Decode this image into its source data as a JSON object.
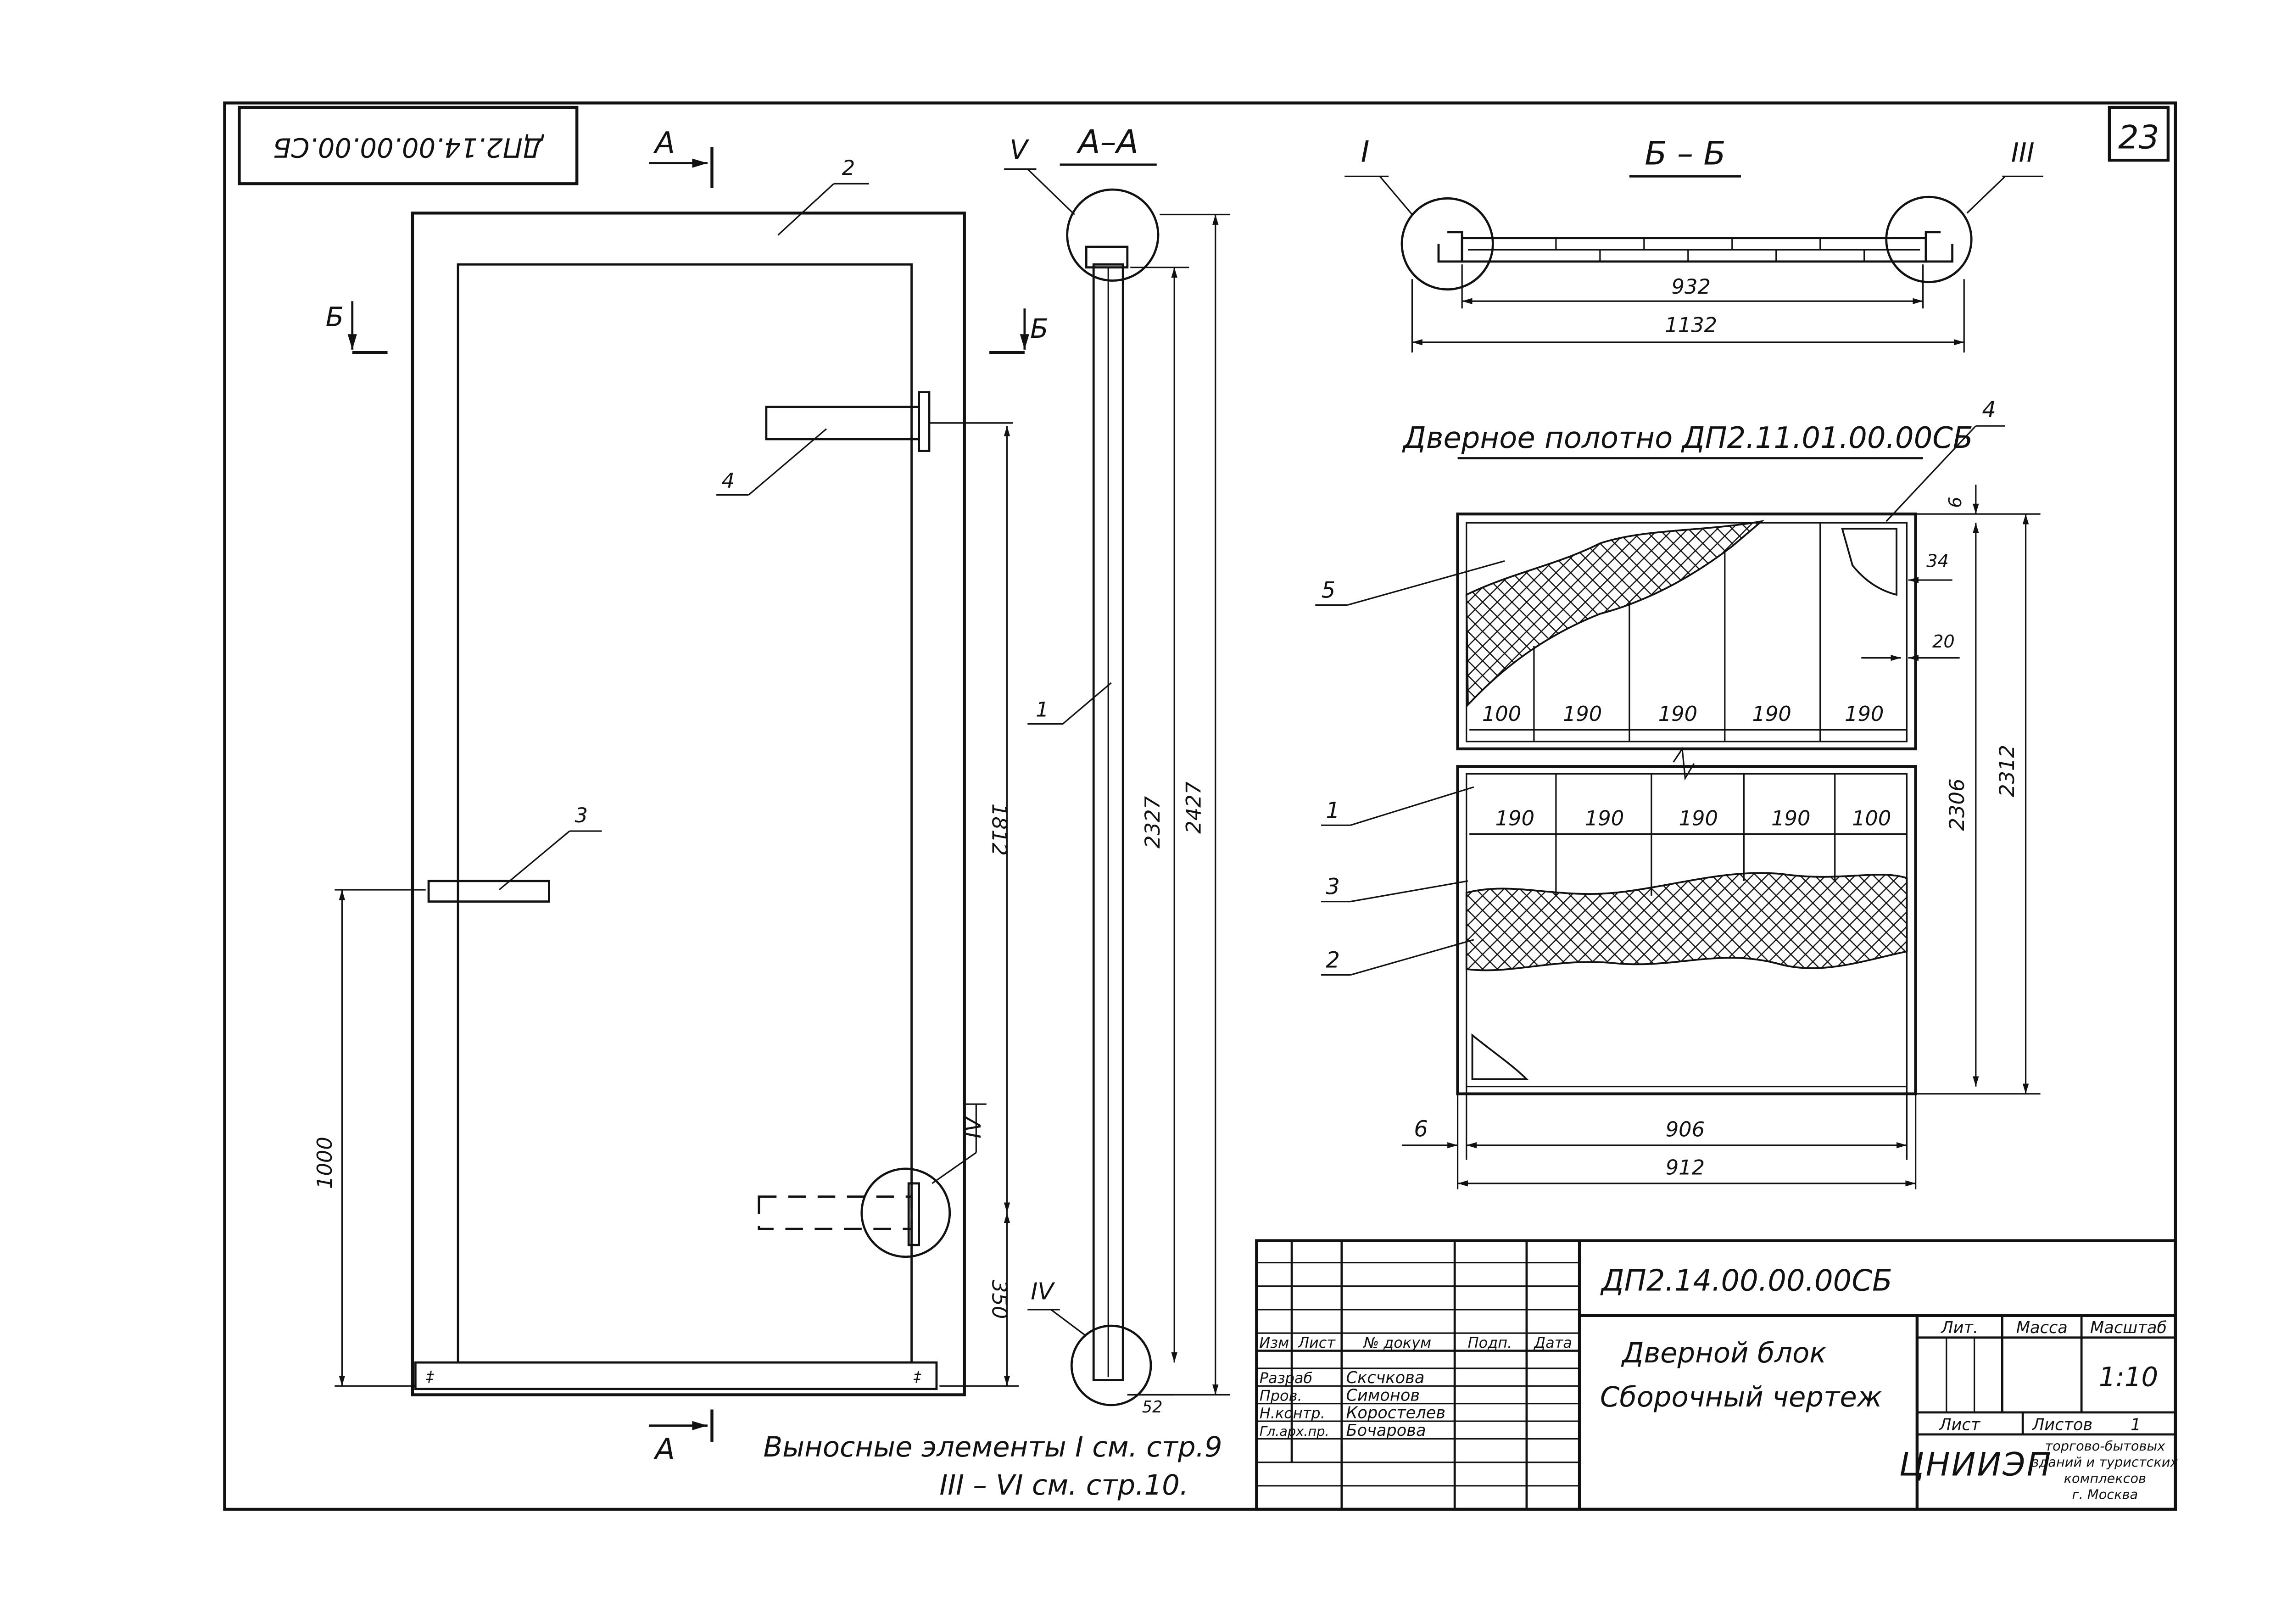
{
  "sheet": {
    "page_number": "23",
    "code_rotated": "ДП2.14.00.00.00.СБ"
  },
  "main_view": {
    "section_a_top": "А",
    "section_a_bottom": "А",
    "section_b_left": "Б",
    "section_b_right": "Б",
    "leaders": {
      "frame": "2",
      "handle": "3",
      "closer": "4"
    },
    "detail_iv": "IV",
    "dims": {
      "d1812": "1812",
      "d1000": "1000",
      "d350": "350"
    }
  },
  "section_aa": {
    "title": "А–А",
    "detail_v": "V",
    "detail_iv": "IV",
    "leader_1": "1",
    "dims": {
      "d2327": "2327",
      "d2427": "2427",
      "d52": "52"
    }
  },
  "section_bb": {
    "title": "Б – Б",
    "detail_i": "I",
    "detail_iii": "III",
    "dims": {
      "d932": "932",
      "d1132": "1132"
    }
  },
  "leaf": {
    "title": "Дверное полотно ДП2.11.01.00.00СБ",
    "leaders": {
      "l4": "4",
      "l5": "5",
      "l1": "1",
      "l3": "3",
      "l2": "2",
      "l6": "6"
    },
    "dims": {
      "top_row": [
        "100",
        "190",
        "190",
        "190",
        "190"
      ],
      "bottom_row": [
        "190",
        "190",
        "190",
        "190",
        "100"
      ],
      "d6": "6",
      "d34": "34",
      "d20": "20",
      "d2306": "2306",
      "d2312": "2312",
      "d906": "906",
      "d912": "912"
    }
  },
  "note": {
    "line1": "Выносные элементы I см. стр.9",
    "line2": "III – VI см. стр.10."
  },
  "title_block": {
    "designation": "ДП2.14.00.00.00СБ",
    "name_line1": "Дверной блок",
    "name_line2": "Сборочный чертеж",
    "header": [
      "Изм",
      "Лист",
      "№ докум",
      "Подп.",
      "Дата"
    ],
    "rows": [
      {
        "role": "Разраб",
        "person": "Сксчкова"
      },
      {
        "role": "Пров.",
        "person": "Симонов"
      },
      {
        "role": "Н.контр.",
        "person": "Коростелев"
      },
      {
        "role": "Гл.арх.пр.",
        "person": "Бочарова"
      }
    ],
    "lit_label": "Лит.",
    "mass_label": "Масса",
    "scale_label": "Масштаб",
    "scale": "1:10",
    "sheet_label": "Лист",
    "sheets_label": "Листов",
    "sheets": "1",
    "org_logo": "ЦНИИЭП",
    "org_name": [
      "торгово-бытовых",
      "зданий и туристских",
      "комплексов",
      "г. Москва"
    ]
  }
}
